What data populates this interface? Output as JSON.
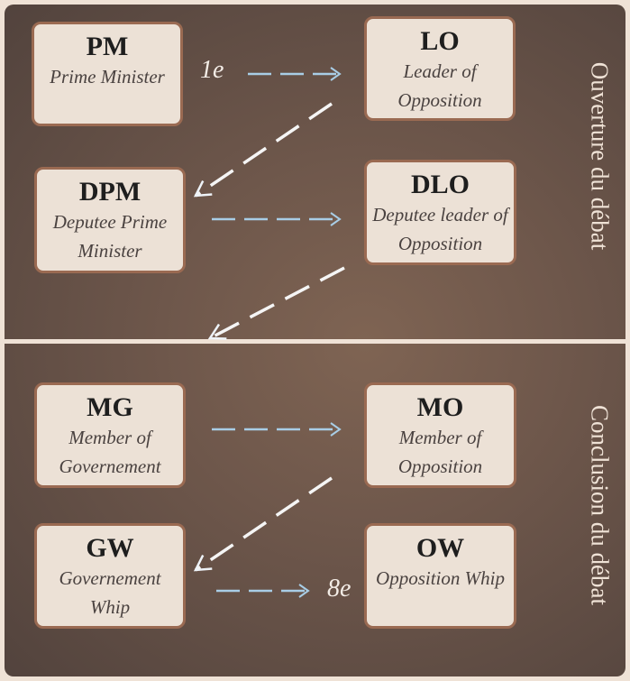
{
  "sections": [
    {
      "label": "Ouverture du débat"
    },
    {
      "label": "Conclusion du débat"
    }
  ],
  "roles": [
    {
      "abbr": "PM",
      "full": "Prime Minister"
    },
    {
      "abbr": "LO",
      "full": "Leader of Opposition"
    },
    {
      "abbr": "DPM",
      "full": "Deputee Prime Minister"
    },
    {
      "abbr": "DLO",
      "full": "Deputee leader of Opposition"
    },
    {
      "abbr": "MG",
      "full": "Member of Governement"
    },
    {
      "abbr": "MO",
      "full": "Member of Opposition"
    },
    {
      "abbr": "GW",
      "full": "Governement Whip"
    },
    {
      "abbr": "OW",
      "full": "Opposition Whip"
    }
  ],
  "order": {
    "first": "1e",
    "last": "8e"
  },
  "colors": {
    "arrow_horizontal": "#a8cde6",
    "arrow_diagonal": "#f5f5f5",
    "box_border": "#9a6a52",
    "box_fill": "#ece1d6"
  }
}
